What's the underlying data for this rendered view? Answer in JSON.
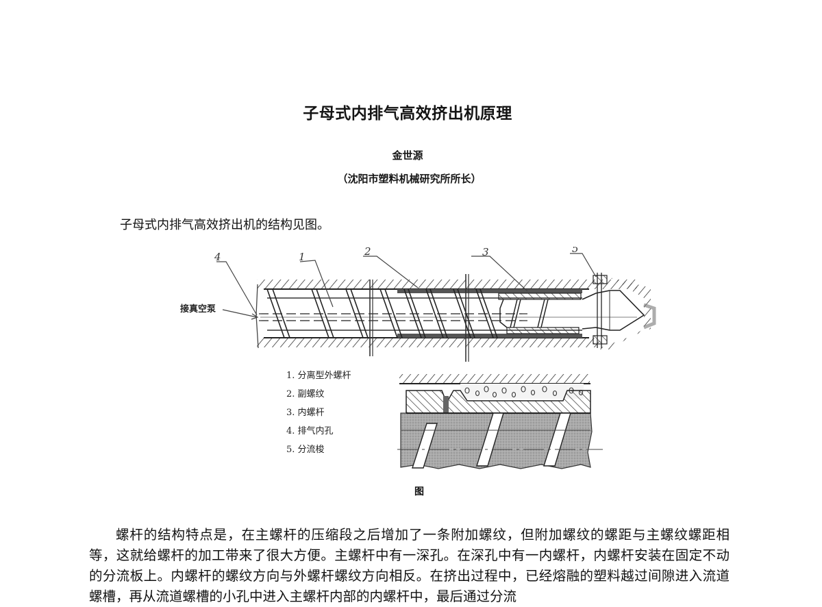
{
  "document": {
    "title": "子母式内排气高效挤出机原理",
    "author": "金世源",
    "affiliation": "（沈阳市塑料机械研究所所长）",
    "intro": "子母式内排气高效挤出机的结构见图。",
    "figure": {
      "callouts": [
        "4",
        "1",
        "2",
        "3",
        "5"
      ],
      "vacuum_label": "接真空泵",
      "legend": [
        "1. 分离型外螺杆",
        "2. 副螺纹",
        "3. 内螺杆",
        "4. 排气内孔",
        "5. 分流梭"
      ],
      "caption": "图"
    },
    "body_paragraph": "螺杆的结构特点是，在主螺杆的压缩段之后增加了一条附加螺纹，但附加螺纹的螺距与主螺纹螺距相等，这就给螺杆的加工带来了很大方便。主螺杆中有一深孔。在深孔中有一内螺杆，内螺杆安装在固定不动的分流板上。内螺杆的螺纹方向与外螺杆螺纹方向相反。在挤出过程中，已经熔融的塑料越过间隙进入流道螺槽，再从流道螺槽的小孔中进入主螺杆内部的内螺杆中，最后通过分流"
  }
}
